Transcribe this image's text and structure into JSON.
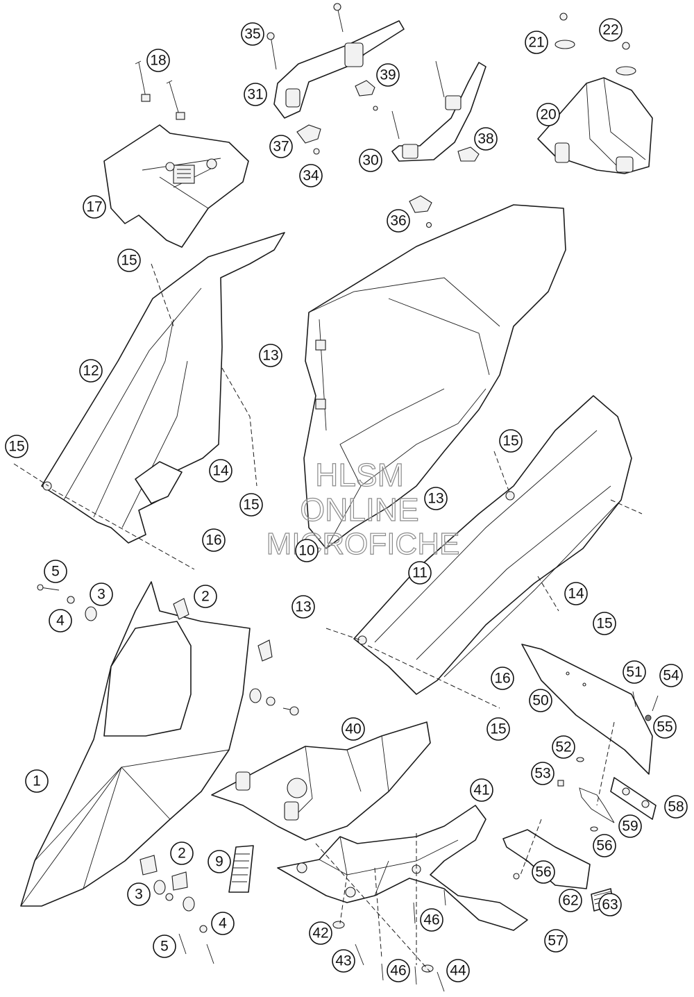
{
  "watermark": {
    "line1": "HLSM",
    "line2": "ONLINE",
    "line3": "MICROFICHE"
  },
  "callouts": {
    "c1": "1",
    "c2a": "2",
    "c2b": "2",
    "c3a": "3",
    "c3b": "3",
    "c4a": "4",
    "c4b": "4",
    "c5a": "5",
    "c5b": "5",
    "c9": "9",
    "c10": "10",
    "c11": "11",
    "c12": "12",
    "c13a": "13",
    "c13b": "13",
    "c13c": "13",
    "c14a": "14",
    "c14b": "14",
    "c15a": "15",
    "c15b": "15",
    "c15c": "15",
    "c15d": "15",
    "c15e": "15",
    "c15f": "15",
    "c16a": "16",
    "c16b": "16",
    "c17": "17",
    "c18": "18",
    "c20": "20",
    "c21": "21",
    "c22": "22",
    "c30": "30",
    "c31": "31",
    "c34": "34",
    "c35": "35",
    "c36": "36",
    "c37": "37",
    "c38": "38",
    "c39": "39",
    "c40": "40",
    "c41": "41",
    "c42": "42",
    "c43": "43",
    "c44": "44",
    "c46a": "46",
    "c46b": "46",
    "c50": "50",
    "c51": "51",
    "c52": "52",
    "c53": "53",
    "c54": "54",
    "c55": "55",
    "c56a": "56",
    "c56b": "56",
    "c57": "57",
    "c58": "58",
    "c59": "59",
    "c62": "62",
    "c63": "63"
  }
}
